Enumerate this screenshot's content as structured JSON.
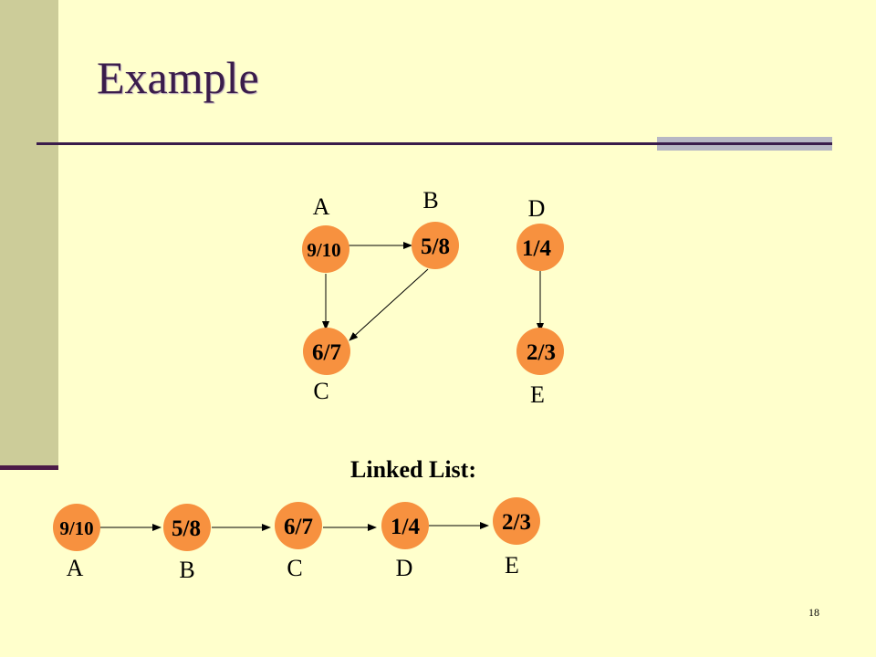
{
  "slide": {
    "title": "Example",
    "page_number": "18",
    "list_heading": "Linked List:"
  },
  "graph": {
    "nodes": [
      {
        "id": "A",
        "label": "A",
        "value": "9/10"
      },
      {
        "id": "B",
        "label": "B",
        "value": "5/8"
      },
      {
        "id": "C",
        "label": "C",
        "value": "6/7"
      },
      {
        "id": "D",
        "label": "D",
        "value": "1/4"
      },
      {
        "id": "E",
        "label": "E",
        "value": "2/3"
      }
    ],
    "edges": [
      {
        "from": "A",
        "to": "B"
      },
      {
        "from": "A",
        "to": "C"
      },
      {
        "from": "B",
        "to": "C"
      },
      {
        "from": "D",
        "to": "E"
      }
    ]
  },
  "linked_list": {
    "items": [
      {
        "label": "A",
        "value": "9/10"
      },
      {
        "label": "B",
        "value": "5/8"
      },
      {
        "label": "C",
        "value": "6/7"
      },
      {
        "label": "D",
        "value": "1/4"
      },
      {
        "label": "E",
        "value": "2/3"
      }
    ]
  },
  "colors": {
    "background": "#ffffcc",
    "sidebar": "#cccc99",
    "title": "#3a1c4b",
    "node_fill": "#f7913f"
  }
}
